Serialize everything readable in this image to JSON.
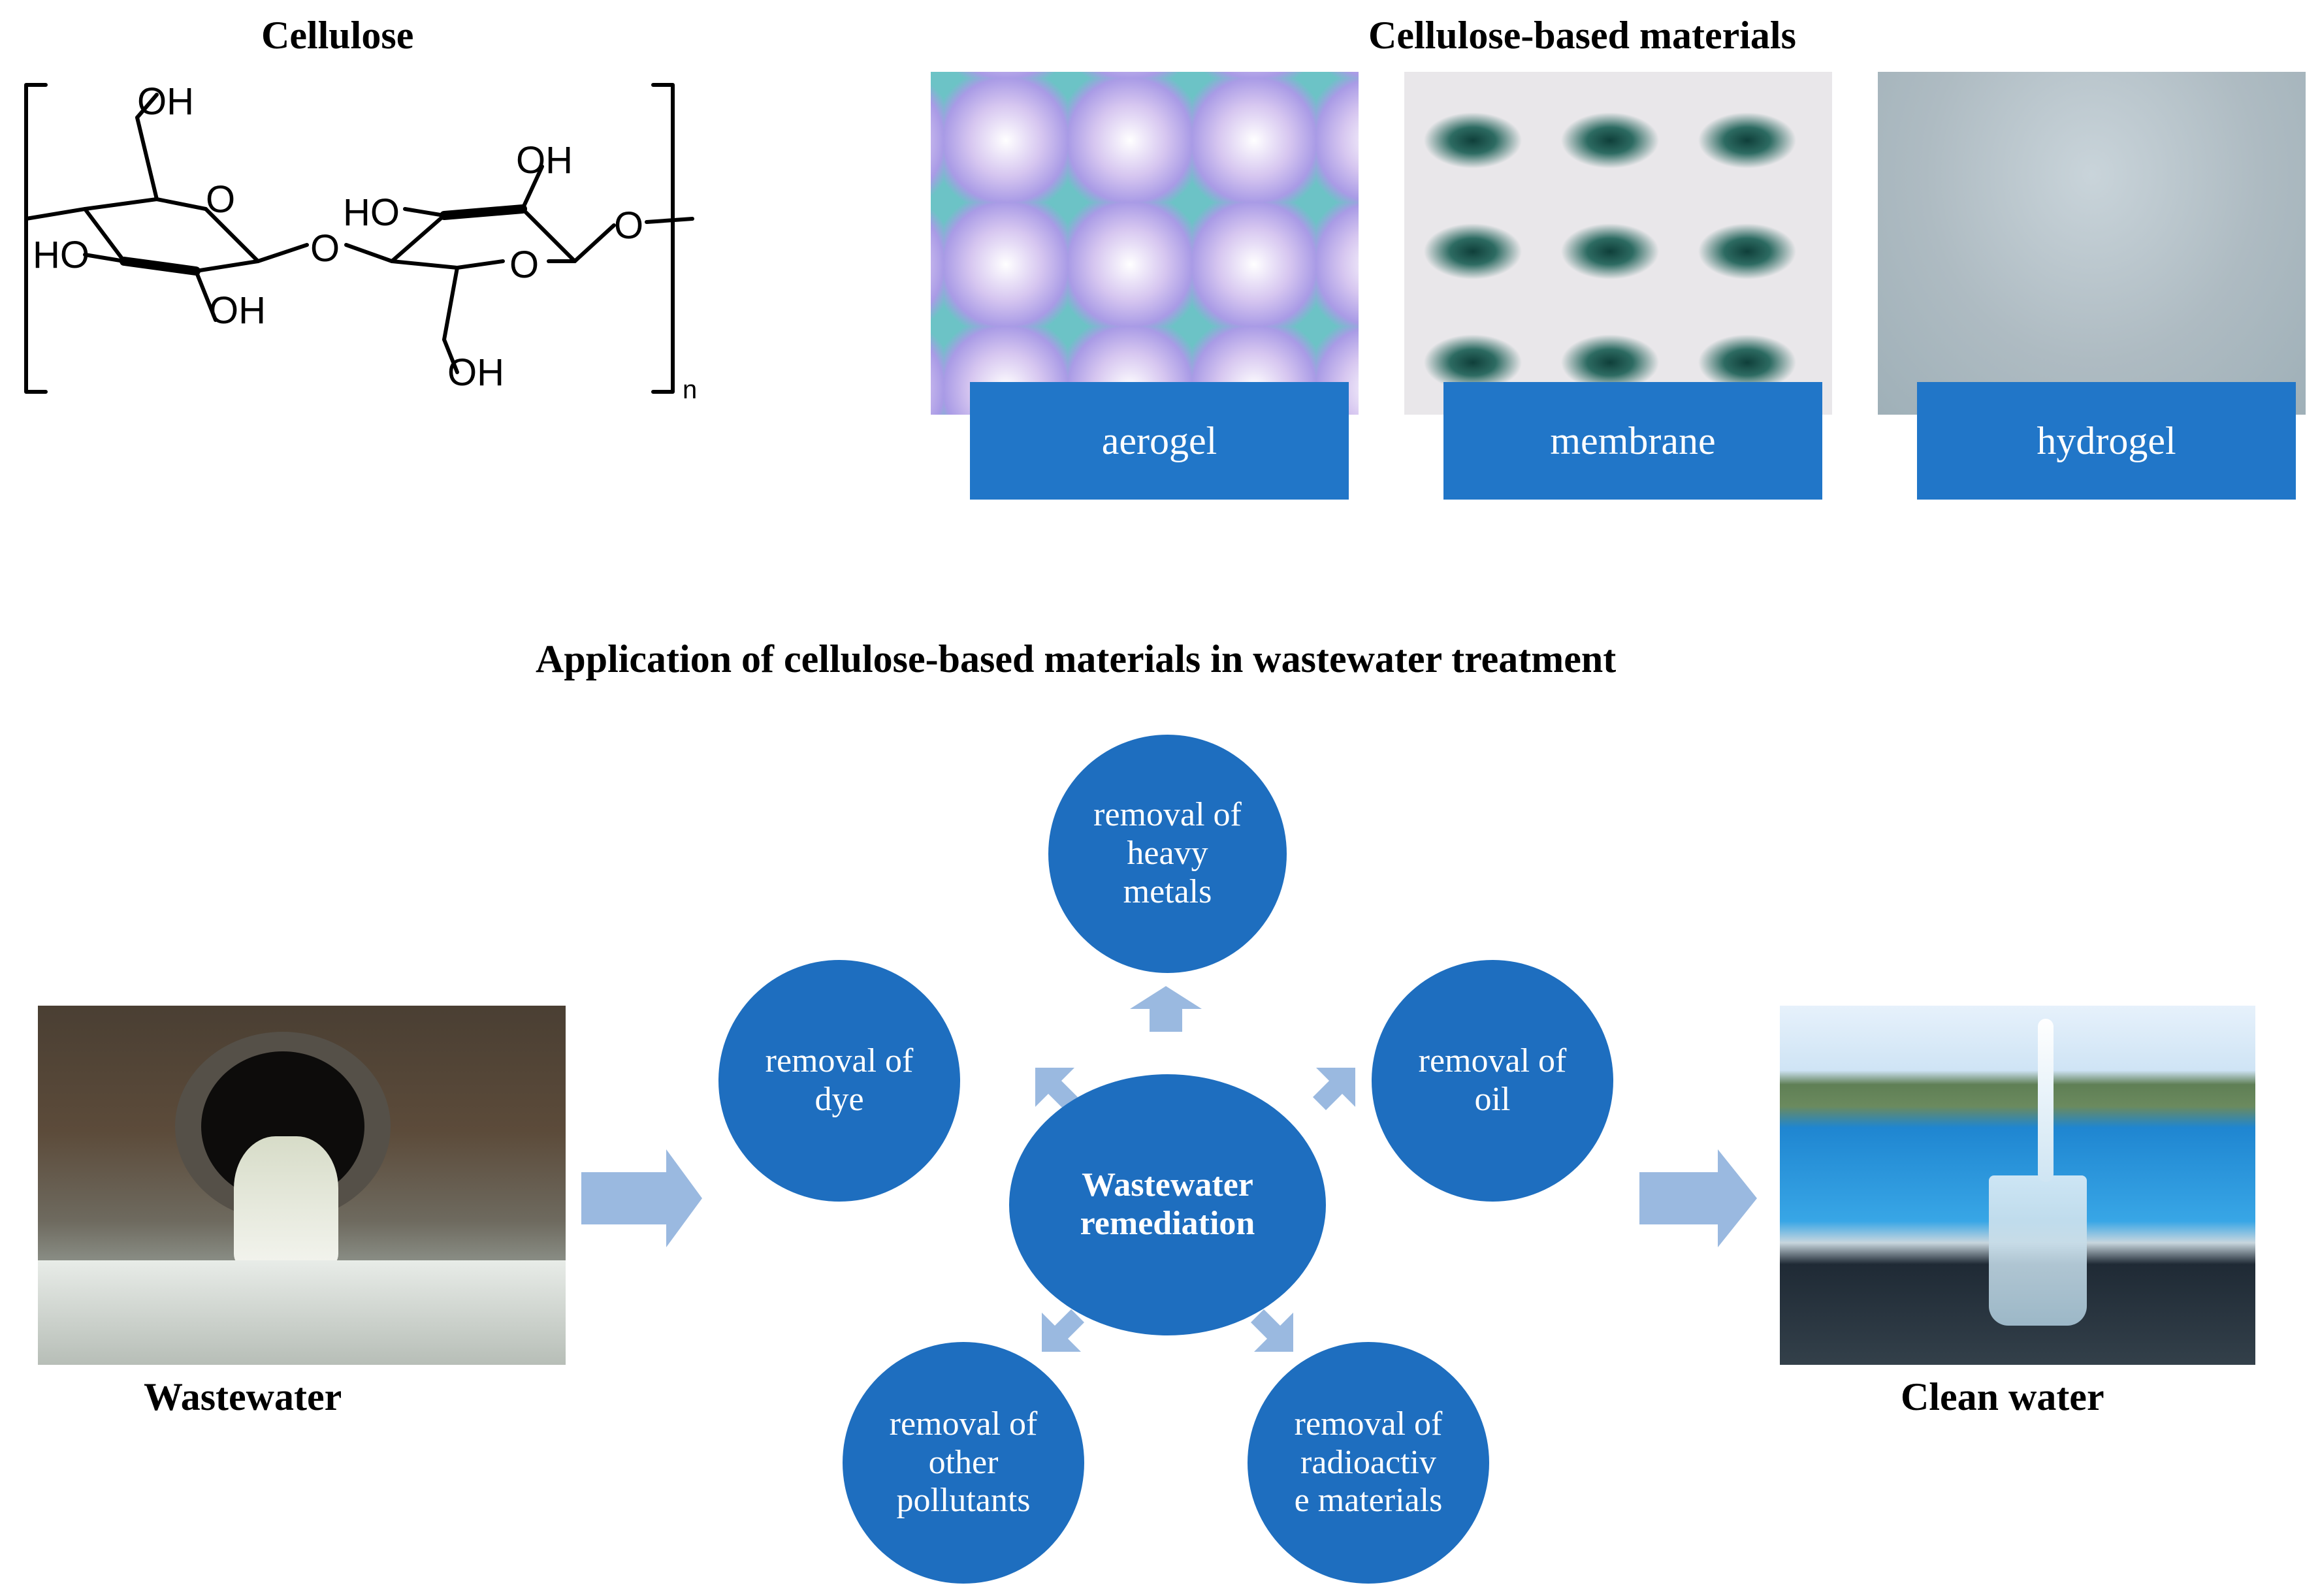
{
  "cellulose": {
    "title": "Cellulose",
    "atoms": {
      "oh_top_left": "OH",
      "o_ring_left": "O",
      "ho_left": "HO",
      "oh_bottom_left": "OH",
      "o_bridge": "O",
      "ho_mid": "HO",
      "oh_top_right": "OH",
      "o_ring_right": "O",
      "o_end": "O",
      "oh_bottom_right": "OH",
      "subscript": "n"
    }
  },
  "materials": {
    "title": "Cellulose-based materials",
    "items": [
      {
        "label": "aerogel"
      },
      {
        "label": "membrane"
      },
      {
        "label": "hydrogel"
      }
    ]
  },
  "application": {
    "title": "Application of cellulose-based materials in wastewater treatment",
    "center": "Wastewater\nremediation",
    "satellites": {
      "heavy_metals": "removal of\nheavy\nmetals",
      "dye": "removal of\ndye",
      "oil": "removal of\noil",
      "other": "removal of\nother\npollutants",
      "radioactive": "removal of\nradioactiv\ne materials"
    },
    "left_caption": "Wastewater",
    "right_caption": "Clean water"
  },
  "colors": {
    "circle_blue": "#1e6ebf",
    "label_blue": "#2176c8",
    "arrow_light_blue": "#9ab9e0"
  },
  "icons": [
    "wastewater-pipe-photo",
    "clean-water-glass-photo",
    "aerogel-micrograph",
    "membrane-micrograph",
    "hydrogel-micrograph"
  ]
}
